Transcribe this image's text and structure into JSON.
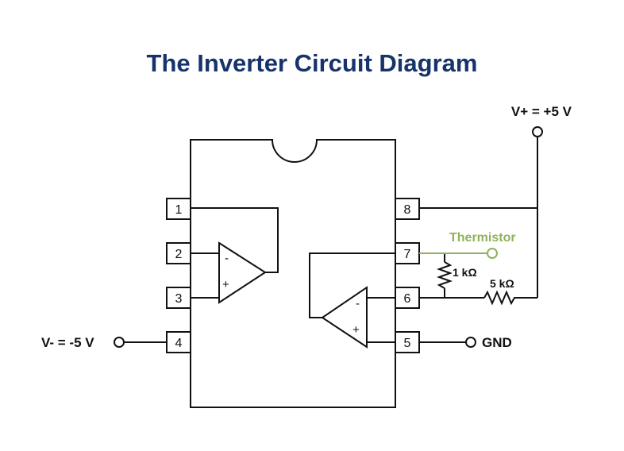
{
  "title": "The Inverter Circuit Diagram",
  "labels": {
    "vplus": "V+ = +5 V",
    "vminus": "V- = -5 V",
    "gnd": "GND",
    "thermistor": "Thermistor",
    "r1": "1 kΩ",
    "r2": "5 kΩ"
  },
  "pins": [
    "1",
    "2",
    "3",
    "4",
    "5",
    "6",
    "7",
    "8"
  ],
  "opamp_inputs": {
    "inverting": "-",
    "noninverting": "+"
  },
  "colors": {
    "title": "#17336b",
    "thermistor": "#8fb15c",
    "wire": "#111111"
  }
}
